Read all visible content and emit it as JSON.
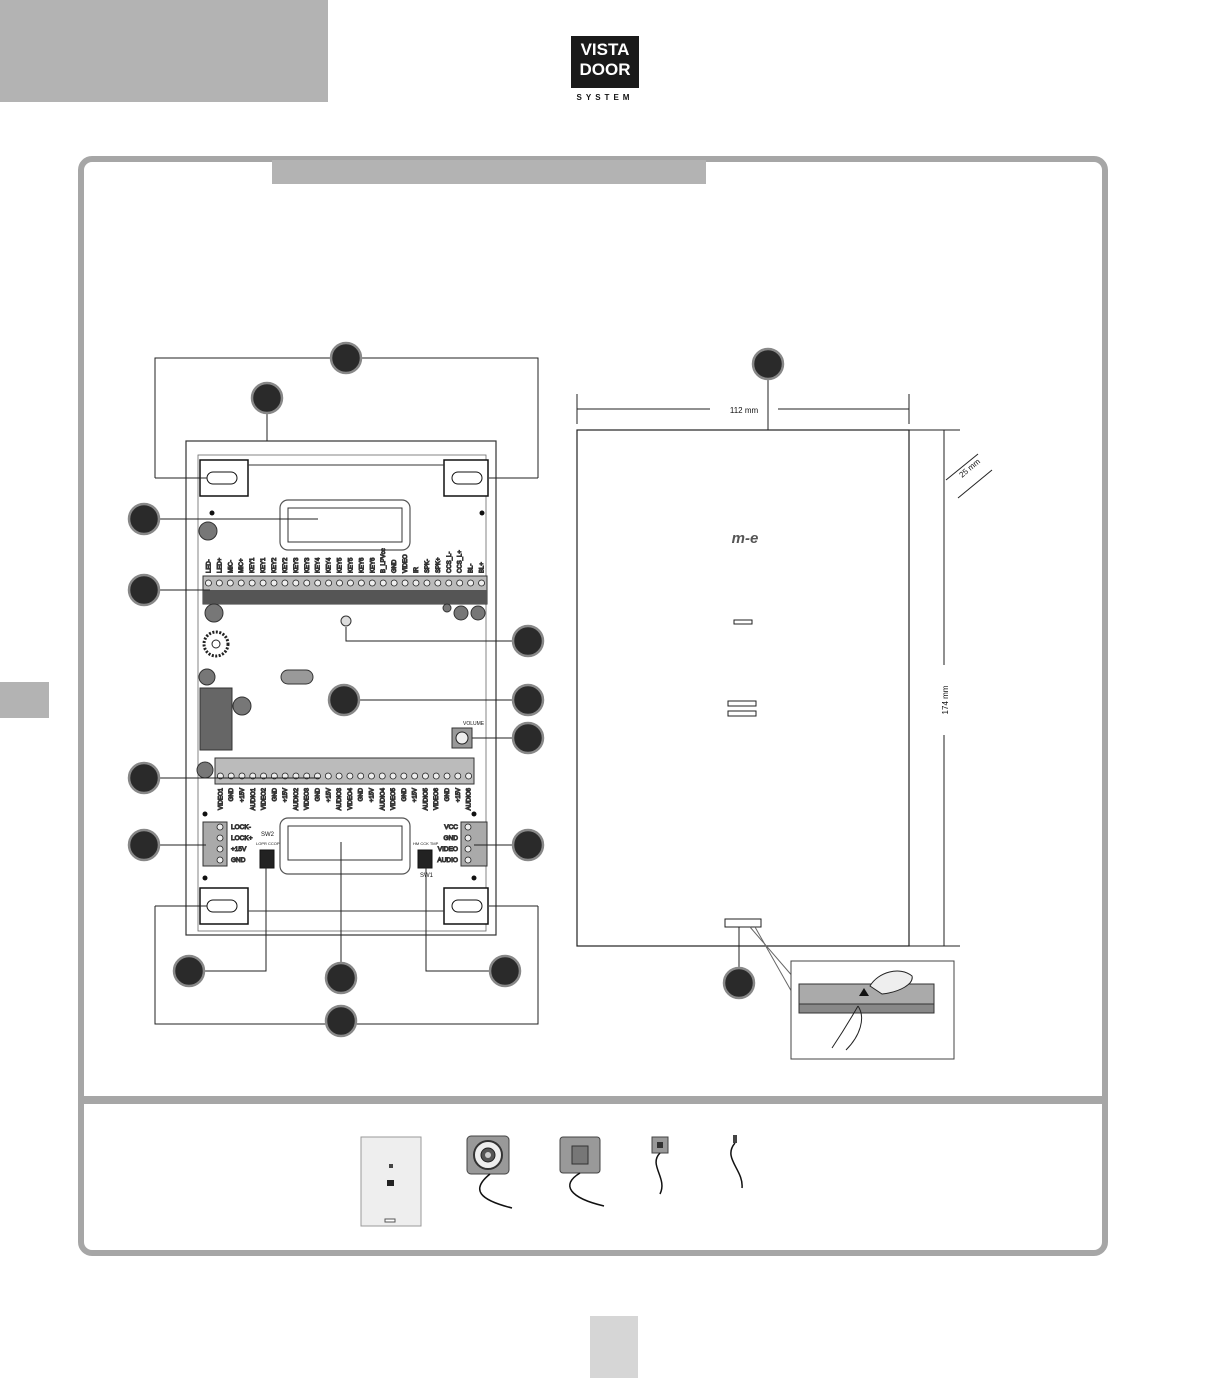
{
  "logo": {
    "line1": "VISTA",
    "line2": "DOOR",
    "line3": "SYSTEM"
  },
  "board": {
    "top_labels": [
      "LED-",
      "LED+",
      "MIC-",
      "MIC+",
      "KEY1",
      "KEY1",
      "KEY2",
      "KEY2",
      "KEY3",
      "KEY3",
      "KEY4",
      "KEY4",
      "KEY5",
      "KEY5",
      "KEY6",
      "KEY6",
      "B_LPVcc",
      "GND",
      "VIDEO",
      "IR",
      "SPK-",
      "SPK+",
      "CCS_L-",
      "CCS_L+",
      "BL-",
      "BL+"
    ],
    "bottom_labels": [
      "VIDEO1",
      "GND",
      "+15V",
      "AUDIO1",
      "VIDEO2",
      "GND",
      "+15V",
      "AUDIO2",
      "VIDEO3",
      "GND",
      "+15V",
      "AUDIO3",
      "VIDEO4",
      "GND",
      "+15V",
      "AUDIO4",
      "VIDEO5",
      "GND",
      "+15V",
      "AUDIO5",
      "VIDEO6",
      "GND",
      "+15V",
      "AUDIO6"
    ],
    "left_labels": [
      "LOCK-",
      "LOCK+",
      "+15V",
      "GND"
    ],
    "right_labels": [
      "VCC",
      "GND",
      "VIDEO",
      "AUDIO"
    ],
    "volume_label": "VOLUME",
    "sw2_label": "SW2",
    "sw2_sub": "LOPR CCOP",
    "sw1_label": "SW1",
    "sw1_sub": "HM CCK TMP"
  },
  "faceplate": {
    "width_label": "112 mm",
    "height_label": "174 mm",
    "depth_label": "25 mm",
    "brand_mark": "m-e"
  },
  "colors": {
    "panel_border": "#a6a6a6",
    "header_gray": "#b3b3b3",
    "dark": "#1a1a1a"
  }
}
